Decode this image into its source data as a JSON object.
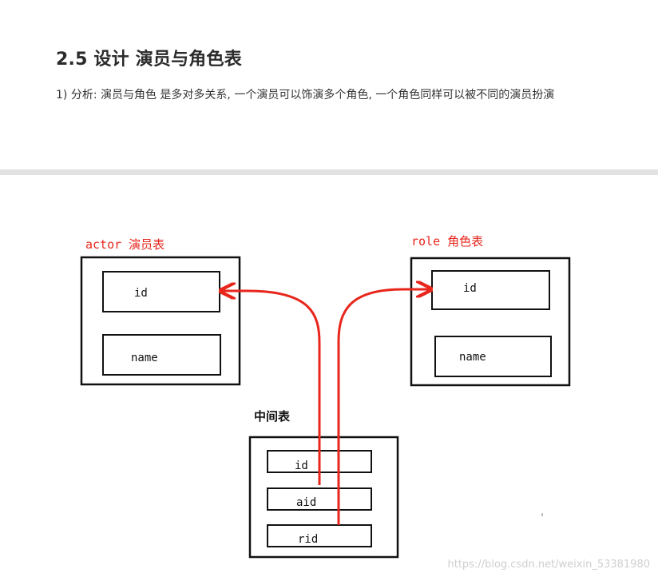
{
  "article": {
    "heading": "2.5 设计 演员与角色表",
    "paragraph": "1) 分析: 演员与角色 是多对多关系, 一个演员可以饰演多个角色, 一个角色同样可以被不同的演员扮演"
  },
  "diagram": {
    "actor_table": {
      "title": "actor 演员表",
      "fields": [
        "id",
        "name"
      ]
    },
    "role_table": {
      "title": "role 角色表",
      "fields": [
        "id",
        "name"
      ]
    },
    "middle_table": {
      "title": "中间表",
      "fields": [
        "id",
        "aid",
        "rid"
      ]
    },
    "colors": {
      "arrow": "#e8261c",
      "box_border": "#111111"
    }
  },
  "watermark": "https://blog.csdn.net/weixin_53381980"
}
